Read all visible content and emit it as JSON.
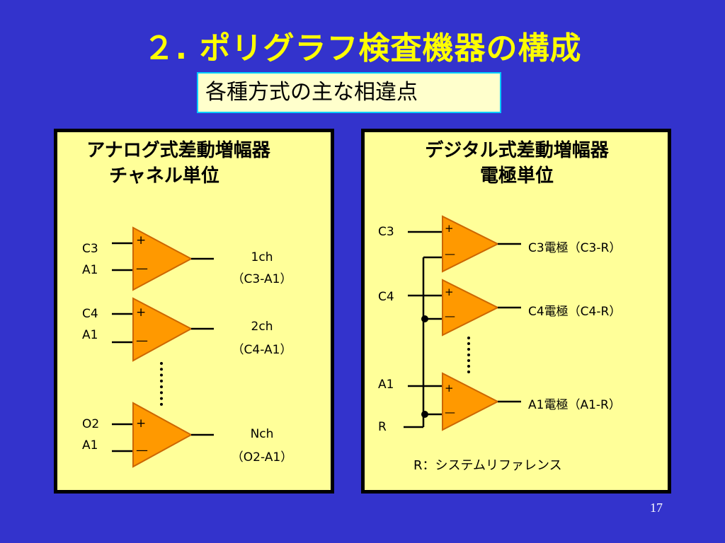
{
  "title": "２. ポリグラフ検査機器の構成",
  "subtitle": "各種方式の主な相違点",
  "analog": {
    "title_line1": "アナログ式差動増幅器",
    "title_line2": "チャネル単位",
    "amps": [
      {
        "in_plus": "C3",
        "in_minus": "A1",
        "out_line1": "1ch",
        "out_line2": "（C3-A1）"
      },
      {
        "in_plus": "C4",
        "in_minus": "A1",
        "out_line1": "2ch",
        "out_line2": "（C4-A1）"
      },
      {
        "in_plus": "O2",
        "in_minus": "A1",
        "out_line1": "Nch",
        "out_line2": "（O2-A1）"
      }
    ]
  },
  "digital": {
    "title_line1": "デジタル式差動増幅器",
    "title_line2": "電極単位",
    "inputs": [
      "C3",
      "C4",
      "A1",
      "R"
    ],
    "outputs": [
      "C3電極（C3-R）",
      "C4電極（C4-R）",
      "A1電極（A1-R）"
    ],
    "note": "R：システムリファレンス"
  },
  "symbols": {
    "plus": "+",
    "minus": "—"
  },
  "page_number": "17",
  "colors": {
    "background": "#3333cc",
    "title": "#ffff00",
    "panel": "#ffff99",
    "amp_fill": "#ff9900",
    "amp_stroke": "#cc6600"
  }
}
